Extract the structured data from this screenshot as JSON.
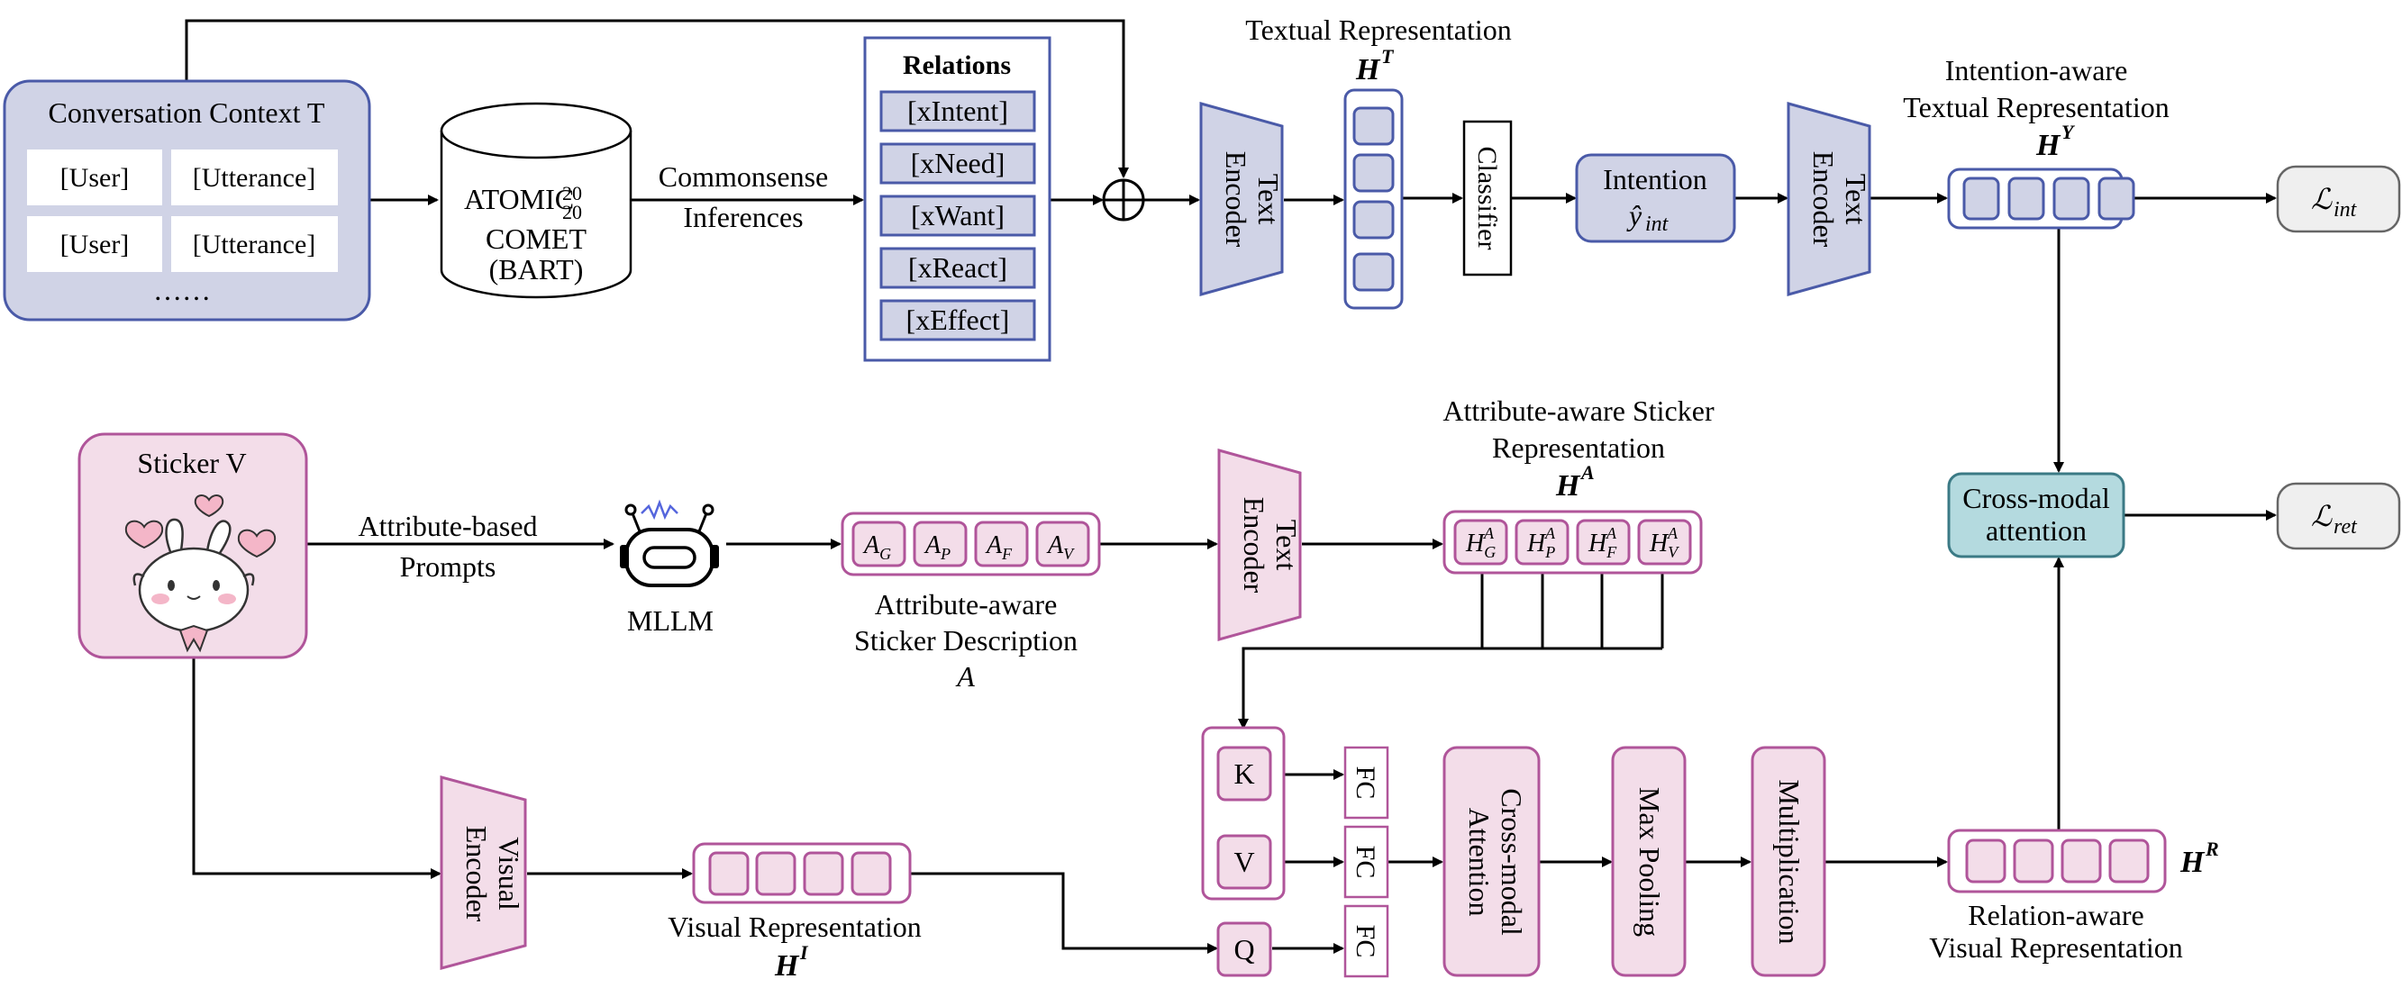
{
  "colors": {
    "blue_fill": "#d0d3e6",
    "blue_stroke": "#4a5aa8",
    "pink_fill": "#f3dde9",
    "pink_stroke": "#b0559a",
    "teal_fill": "#b4dadf",
    "teal_stroke": "#3b7a85",
    "loss_fill": "#efefef"
  },
  "conversation": {
    "title": "Conversation Context T",
    "rows": [
      [
        "[User]",
        "[Utterance]"
      ],
      [
        "[User]",
        "[Utterance]"
      ]
    ],
    "ellipsis": "……"
  },
  "atomic": {
    "line1": "ATOMIC",
    "sup": "20",
    "sub": "20",
    "line2": "COMET",
    "line3": "(BART)"
  },
  "commonsense": {
    "line1": "Commonsense",
    "line2": "Inferences"
  },
  "relations": {
    "title": "Relations",
    "items": [
      "[xIntent]",
      "[xNeed]",
      "[xWant]",
      "[xReact]",
      "[xEffect]"
    ]
  },
  "encoders": {
    "text_line1": "Text",
    "text_line2": "Encoder",
    "visual_line1": "Visual",
    "visual_line2": "Encoder"
  },
  "textual_rep": {
    "title": "Textual Representation",
    "symbol": "H",
    "sup": "T"
  },
  "classifier": "Classifier",
  "intention": {
    "line1": "Intention",
    "y": "ŷ",
    "sub": "int"
  },
  "intention_rep": {
    "line1": "Intention-aware",
    "line2": "Textual Representation",
    "symbol": "H",
    "sup": "Y"
  },
  "losses": {
    "script": "ℒ",
    "int": "int",
    "ret": "ret"
  },
  "cross_modal": {
    "line1": "Cross-modal",
    "line2": "attention"
  },
  "sticker": {
    "title": "Sticker V"
  },
  "prompts": {
    "line1": "Attribute-based",
    "line2": "Prompts"
  },
  "mllm": "MLLM",
  "attr_desc": {
    "items": [
      {
        "b": "A",
        "s": "G"
      },
      {
        "b": "A",
        "s": "P"
      },
      {
        "b": "A",
        "s": "F"
      },
      {
        "b": "A",
        "s": "V"
      }
    ],
    "line1": "Attribute-aware",
    "line2": "Sticker Description",
    "symbol": "A"
  },
  "attr_rep": {
    "line1": "Attribute-aware Sticker",
    "line2": "Representation",
    "symbol": "H",
    "sup": "A",
    "items": [
      {
        "b": "H",
        "s": "G",
        "p": "A"
      },
      {
        "b": "H",
        "s": "P",
        "p": "A"
      },
      {
        "b": "H",
        "s": "F",
        "p": "A"
      },
      {
        "b": "H",
        "s": "V",
        "p": "A"
      }
    ]
  },
  "kvq": [
    "K",
    "V",
    "Q"
  ],
  "fc": "FC",
  "ops": {
    "cross_attn_line1": "Cross-modal",
    "cross_attn_line2": "Attention",
    "max_pool": "Max Pooling",
    "mult": "Multiplication"
  },
  "visual_rep": {
    "title": "Visual Representation",
    "symbol": "H",
    "sup": "I"
  },
  "relation_rep": {
    "line1": "Relation-aware",
    "line2": "Visual Representation",
    "symbol": "H",
    "sup": "R"
  }
}
